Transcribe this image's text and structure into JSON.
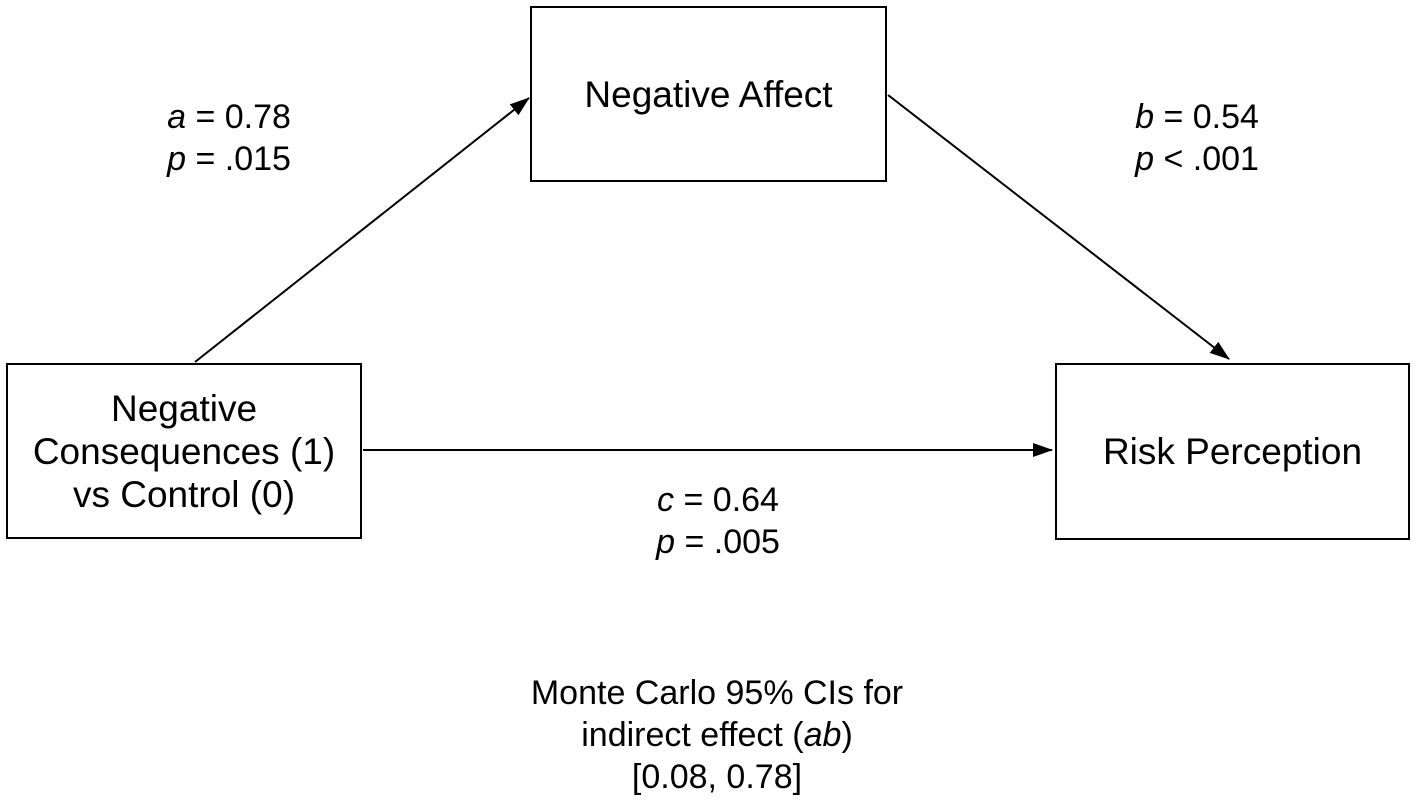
{
  "diagram": {
    "type": "mediation-path-model",
    "colors": {
      "background": "#ffffff",
      "line": "#000000",
      "text": "#000000"
    },
    "boxes": {
      "predictor": {
        "lines": [
          "Negative",
          "Consequences (1)",
          "vs Control (0)"
        ]
      },
      "mediator": {
        "label": "Negative Affect"
      },
      "outcome": {
        "label": "Risk Perception"
      }
    },
    "paths": {
      "a": {
        "symbol": "a",
        "value": " = 0.78",
        "p_symbol": "p",
        "p_value": " = .015"
      },
      "b": {
        "symbol": "b",
        "value": " = 0.54",
        "p_symbol": "p",
        "p_value": " < .001"
      },
      "c": {
        "symbol": "c",
        "value": " = 0.64",
        "p_symbol": "p",
        "p_value": " = .005"
      }
    },
    "note": {
      "line1": "Monte Carlo 95% CIs for",
      "line2_pre": "indirect effect (",
      "line2_em": "ab",
      "line2_post": ")",
      "line3": "[0.08, 0.78]"
    }
  }
}
